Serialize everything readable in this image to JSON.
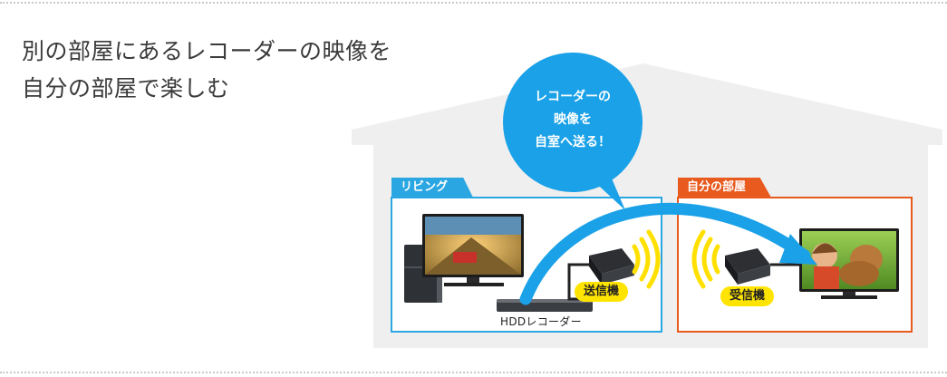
{
  "heading": {
    "line1": "別の部屋にあるレコーダーの映像を",
    "line2": "自分の部屋で楽しむ"
  },
  "bubble": {
    "line1": "レコーダーの",
    "line2": "映像を",
    "line3": "自室へ送る！"
  },
  "rooms": {
    "living": "リビング",
    "my_room": "自分の部屋"
  },
  "devices": {
    "transmitter": "送信機",
    "receiver": "受信機",
    "recorder": "HDDレコーダー"
  },
  "colors": {
    "house": "#efefef",
    "living_border": "#2aa6e2",
    "my_room_border": "#e85a1e",
    "arrow": "#1aa1e8",
    "wifi": "#ffe000",
    "pill": "#ffe400"
  }
}
